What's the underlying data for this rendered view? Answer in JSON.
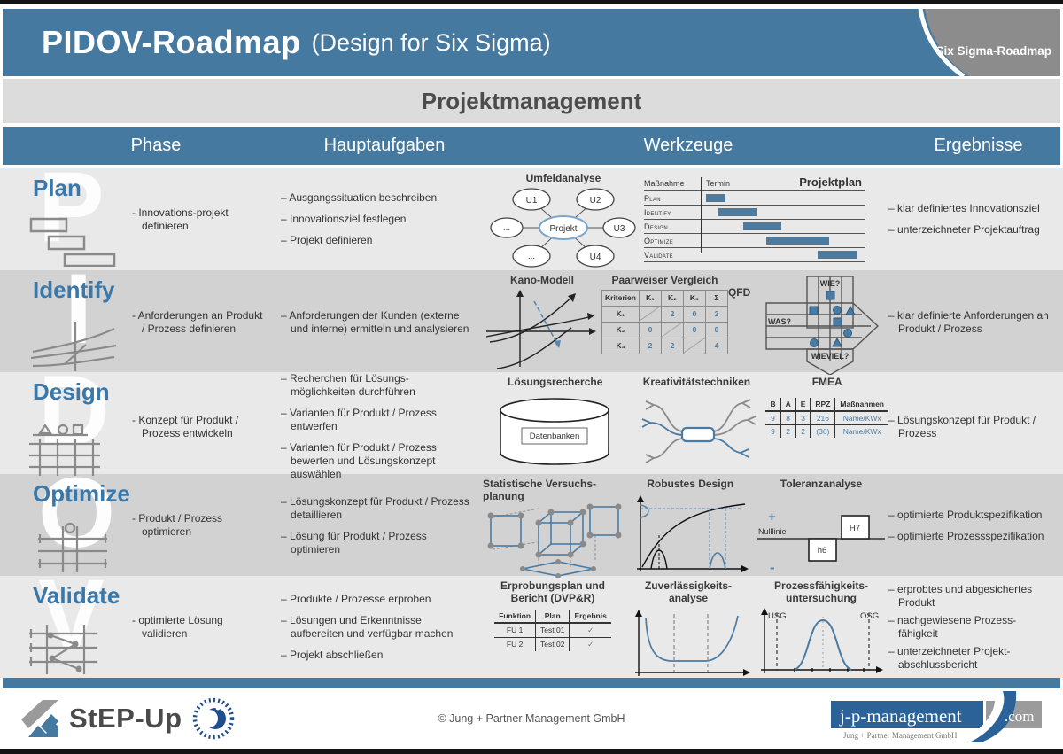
{
  "header": {
    "title": "PIDOV-Roadmap",
    "subtitle": "(Design for Six Sigma)",
    "corner_badge": "Six Sigma-Roadmap"
  },
  "section_title": "Projektmanagement",
  "columns": [
    "Phase",
    "Hauptaufgaben",
    "Werkzeuge",
    "Ergebnisse"
  ],
  "colors": {
    "header_blue": "#46799f",
    "bar_blue": "#4a7ba3",
    "phase_blue": "#3878ab",
    "badge_gray": "#8c8c8c"
  },
  "phases": [
    {
      "name": "Plan",
      "letter": "P",
      "goals": [
        "Innovations-projekt definieren"
      ],
      "tasks": [
        "Ausgangssituation beschreiben",
        "Innovationsziel festlegen",
        "Projekt definieren"
      ],
      "results": [
        "klar definiertes Innovationsziel",
        "unterzeichneter Projektauftrag"
      ],
      "tools": {
        "umfeld": {
          "title": "Umfeldanalyse",
          "center": "Projekt",
          "n1": "U1",
          "n2": "U2",
          "n3": "...",
          "n4": "U3",
          "n5": "...",
          "n6": "U4"
        },
        "gantt": {
          "title": "Projektplan",
          "col_measure": "Maßnahme",
          "col_term": "Termin",
          "rows": [
            "Plan",
            "Identify",
            "Design",
            "Optimize",
            "Validate"
          ]
        }
      }
    },
    {
      "name": "Identify",
      "letter": "I",
      "goals": [
        "Anforderungen an Produkt / Prozess definieren"
      ],
      "tasks": [
        "Anforderungen der Kunden (externe und interne) ermitteln und analysieren"
      ],
      "results": [
        "klar definierte Anforderungen an Produkt / Prozess"
      ],
      "tools": {
        "kano": {
          "title": "Kano-Modell"
        },
        "vergleich": {
          "title": "Paarweiser Vergleich",
          "headers": [
            "Kriterien",
            "K₁",
            "K₂",
            "K₃",
            "Σ"
          ],
          "rows": [
            [
              "K₁",
              "",
              "2",
              "0",
              "2"
            ],
            [
              "K₂",
              "0",
              "",
              "0",
              "0"
            ],
            [
              "K₃",
              "2",
              "2",
              "",
              "4"
            ]
          ]
        },
        "qfd": {
          "title": "QFD",
          "top": "WIE?",
          "left": "WAS?",
          "bottom": "WIEVIEL?"
        }
      }
    },
    {
      "name": "Design",
      "letter": "D",
      "goals": [
        "Konzept für Produkt / Prozess entwickeln"
      ],
      "tasks": [
        "Recherchen für Lösungs-möglichkeiten durchführen",
        "Varianten für Produkt / Prozess entwerfen",
        "Varianten für Produkt / Prozess bewerten und Lösungskonzept auswählen"
      ],
      "results": [
        "Lösungskonzept für Produkt / Prozess"
      ],
      "tools": {
        "recherche": {
          "title": "Lösungsrecherche",
          "label": "Datenbanken"
        },
        "kreativ": {
          "title": "Kreativitätstechniken"
        },
        "fmea": {
          "title": "FMEA",
          "headers": [
            "B",
            "A",
            "E",
            "RPZ",
            "Maßnahmen"
          ],
          "rows": [
            [
              "9",
              "8",
              "3",
              "216",
              "Name/KWx"
            ],
            [
              "9",
              "2",
              "2",
              "(36)",
              "Name/KWx"
            ]
          ]
        }
      }
    },
    {
      "name": "Optimize",
      "letter": "O",
      "goals": [
        "Produkt / Prozess optimieren"
      ],
      "tasks": [
        "Lösungskonzept für Produkt / Prozess detaillieren",
        "Lösung für Produkt / Prozess optimieren"
      ],
      "results": [
        "optimierte Produktspezifikation",
        "optimierte Prozessspezifikation"
      ],
      "tools": {
        "doe": {
          "title": "Statistische Versuchs-planung"
        },
        "robust": {
          "title": "Robustes Design"
        },
        "toleranz": {
          "title": "Toleranzanalyse",
          "plus": "+",
          "minus": "-",
          "nulllinie": "Nulllinie",
          "upper": "H7",
          "lower": "h6"
        }
      }
    },
    {
      "name": "Validate",
      "letter": "V",
      "goals": [
        "optimierte Lösung validieren"
      ],
      "tasks": [
        "Produkte / Prozesse erproben",
        "Lösungen und Erkenntnisse aufbereiten und verfügbar machen",
        "Projekt abschließen"
      ],
      "results": [
        "erprobtes und abgesichertes Produkt",
        "nachgewiesene Prozess-fähigkeit",
        "unterzeichneter Projekt-abschlussbericht"
      ],
      "tools": {
        "dvpr": {
          "title": "Erprobungsplan und Bericht (DVP&R)",
          "headers": [
            "Funktion",
            "Plan",
            "Ergebnis"
          ],
          "rows": [
            [
              "FU 1",
              "Test 01",
              "✓"
            ],
            [
              "FU 2",
              "Test 02",
              "✓"
            ]
          ]
        },
        "zuverl": {
          "title": "Zuverlässigkeits-analyse"
        },
        "prozess": {
          "title": "Prozessfähigkeits-untersuchung",
          "usg": "USG",
          "osg": "OSG"
        }
      }
    }
  ],
  "footer": {
    "step_up": "StEP-Up",
    "copyright": "© Jung + Partner Management GmbH",
    "jpm_main": "j-p-management",
    "jpm_tld": ".com",
    "jpm_sub": "Jung + Partner Management GmbH"
  }
}
